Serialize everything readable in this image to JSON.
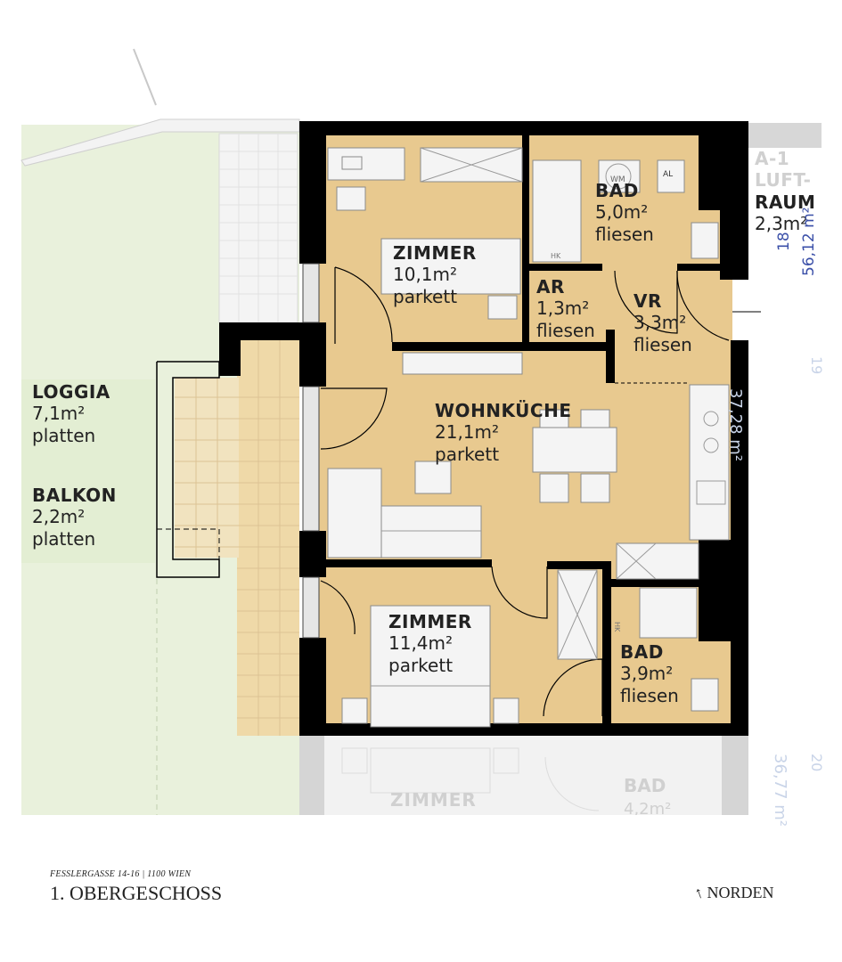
{
  "rooms": {
    "zimmer1": {
      "name": "ZIMMER",
      "area": "10,1m²",
      "floor": "parkett"
    },
    "bad1": {
      "name": "BAD",
      "area": "5,0m²",
      "floor": "fliesen"
    },
    "ar": {
      "name": "AR",
      "area": "1,3m²",
      "floor": "fliesen"
    },
    "vr": {
      "name": "VR",
      "area": "3,3m²",
      "floor": "fliesen"
    },
    "wohnkueche": {
      "name": "WOHNKÜCHE",
      "area": "21,1m²",
      "floor": "parkett"
    },
    "zimmer2": {
      "name": "ZIMMER",
      "area": "11,4m²",
      "floor": "parkett"
    },
    "bad2": {
      "name": "BAD",
      "area": "3,9m²",
      "floor": "fliesen"
    },
    "loggia": {
      "name": "LOGGIA",
      "area": "7,1m²",
      "floor": "platten"
    },
    "balkon": {
      "name": "BALKON",
      "area": "2,2m²",
      "floor": "platten"
    },
    "luftraum": {
      "line1": "A-1",
      "line2": "LUFT-",
      "line3": "RAUM",
      "area": "2,3m²"
    }
  },
  "neighbors": {
    "right_top": "37,28 m²",
    "right_bottom": "36,77 m²",
    "vert_a": "18",
    "vert_b": "56,12 m²",
    "right_mid_no": "19",
    "right_low_no": "20",
    "below_zimmer": "ZIMMER",
    "below_bad": "BAD",
    "below_bad_area": "4,2m²"
  },
  "fixtures": {
    "wm": "WM",
    "al": "AL",
    "hk1": "HK",
    "hk2": "HK"
  },
  "footer": {
    "address": "FESSLERGASSE 14-16 | 1100 WIEN",
    "floor": "1. OBERGESCHOSS",
    "north_arrow": "↑",
    "north": "NORDEN"
  },
  "colors": {
    "interior": "#e8c98f",
    "terrace": "#e9f1dc",
    "wall": "#000000",
    "label_bg": "#e3eed3"
  }
}
